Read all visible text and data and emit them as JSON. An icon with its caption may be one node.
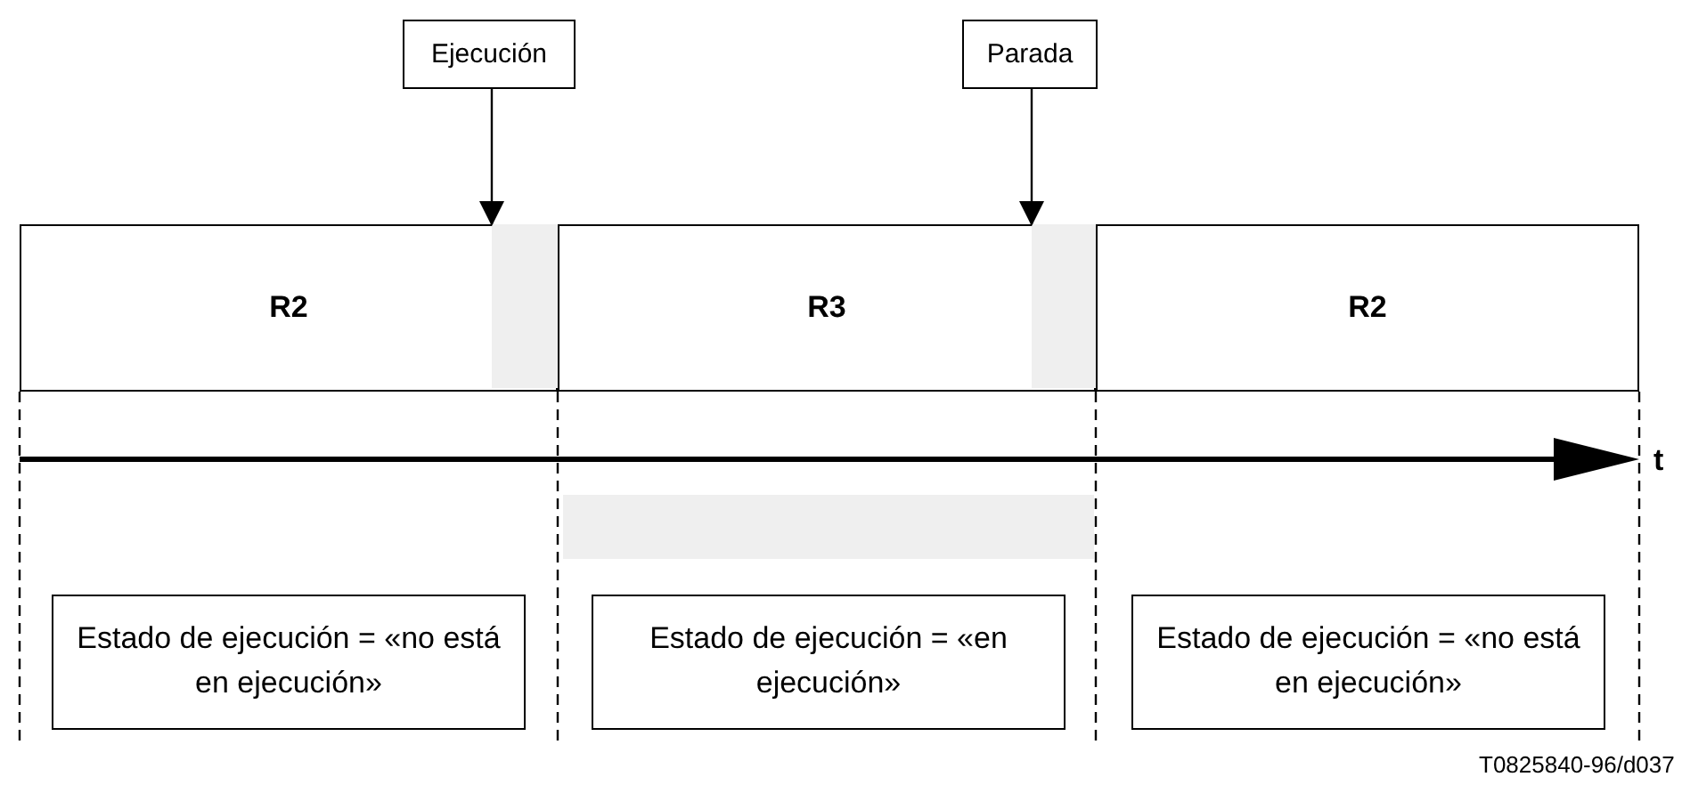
{
  "diagram": {
    "nodes": [
      {
        "text": [
          "Ejecución"
        ]
      },
      {
        "text": [
          "Parada"
        ]
      },
      {
        "text": [
          "R2"
        ]
      },
      {
        "text": [],
        "shape": "bar",
        "in": 2
      },
      {
        "text": [
          "R3"
        ]
      },
      {
        "text": [],
        "shape": "bar",
        "in": 4
      },
      {
        "text": [
          "R2"
        ]
      },
      {
        "text": [],
        "shape": "bar"
      },
      {
        "text": [
          "Estado de ejecución = «no está en ejecución»"
        ]
      },
      {
        "text": [
          "Estado de ejecución = «en ejecución»"
        ]
      },
      {
        "text": [
          "Estado de ejecución = «no está en ejecución»"
        ]
      }
    ],
    "edges": [
      {
        "from": 0,
        "to": 3,
        "arrow": "to"
      },
      {
        "from": 1,
        "to": 5,
        "arrow": "to"
      }
    ],
    "labels": [
      "t",
      "T0825840-96/d037"
    ]
  }
}
